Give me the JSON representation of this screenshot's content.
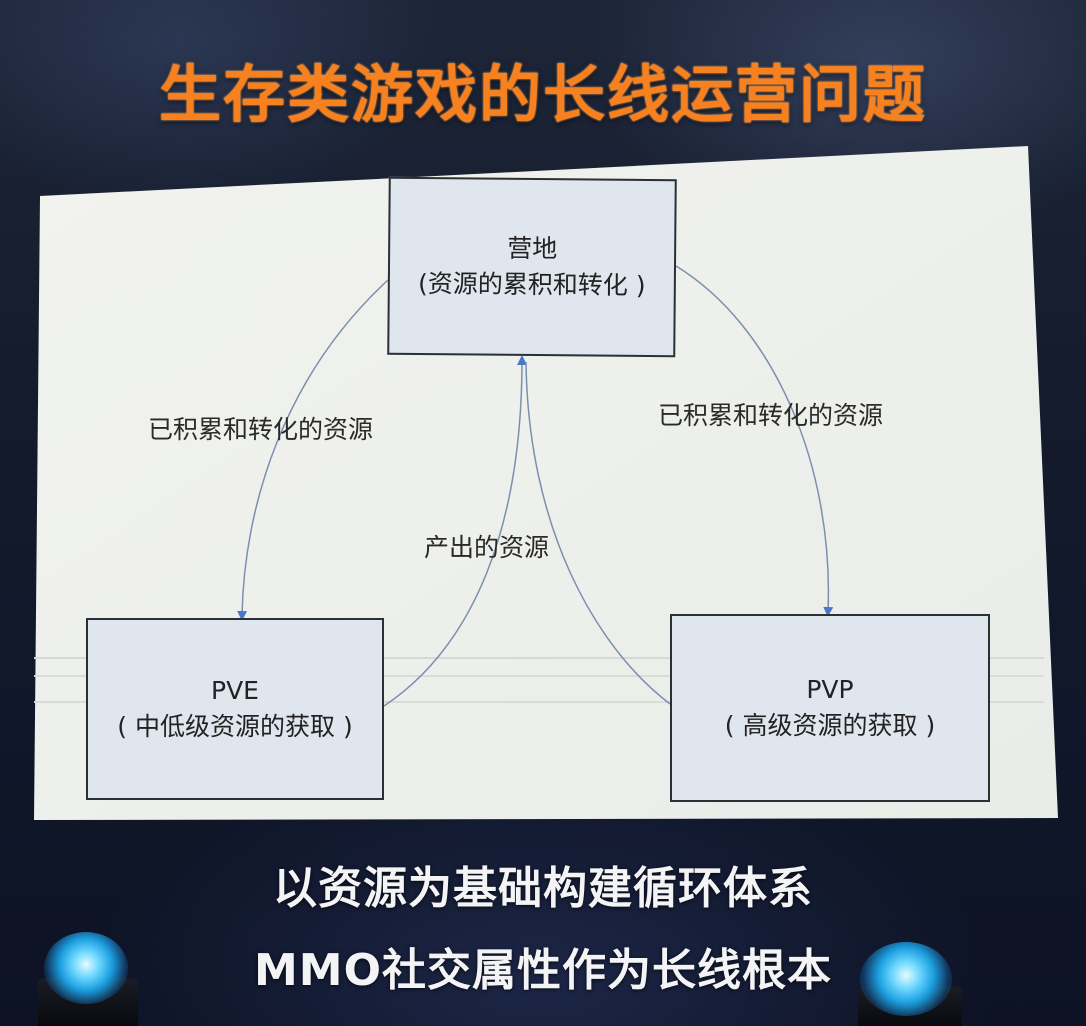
{
  "title": "生存类游戏的长线运营问题",
  "diagram": {
    "nodes": {
      "camp": {
        "name": "营地",
        "desc": "(资源的累积和转化 )"
      },
      "pve": {
        "name": "PVE",
        "desc": "( 中低级资源的获取 )"
      },
      "pvp": {
        "name": "PVP",
        "desc": "( 高级资源的获取 )"
      }
    },
    "edges": [
      {
        "from": "camp",
        "to": "pve",
        "label": "已积累和转化的资源"
      },
      {
        "from": "camp",
        "to": "pvp",
        "label": "已积累和转化的资源"
      },
      {
        "from": "pve",
        "to": "camp",
        "label": "产出的资源"
      },
      {
        "from": "pvp",
        "to": "camp",
        "label": ""
      }
    ]
  },
  "bottom": {
    "line1": "以资源为基础构建循环体系",
    "line2": "MMO社交属性作为长线根本"
  },
  "colors": {
    "title": "#f7801f",
    "slide_bg": "#eef0ec",
    "box_fill": "#dfe6ee",
    "arrow": "#4a78c8"
  }
}
